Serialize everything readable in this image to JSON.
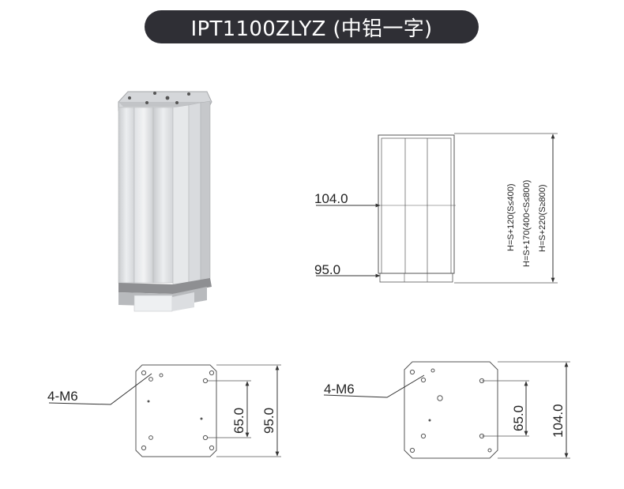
{
  "title": "IPT1100ZLYZ (中铝一字)",
  "front_view": {
    "dim_upper": "104.0",
    "dim_lower": "95.0",
    "height_formulas": [
      "H=S+120(S≤400)",
      "H=S+170(400<S≤800)",
      "H=S+220(S≥800)"
    ]
  },
  "base_plate_left": {
    "hole_label": "4-M6",
    "dim_inner": "65.0",
    "dim_outer": "95.0"
  },
  "base_plate_right": {
    "hole_label": "4-M6",
    "dim_inner": "65.0",
    "dim_outer": "104.0"
  },
  "colors": {
    "pill": "#2f2f35",
    "body": "#d8dadd",
    "foot": "#8e8f92",
    "line": "#555555"
  }
}
